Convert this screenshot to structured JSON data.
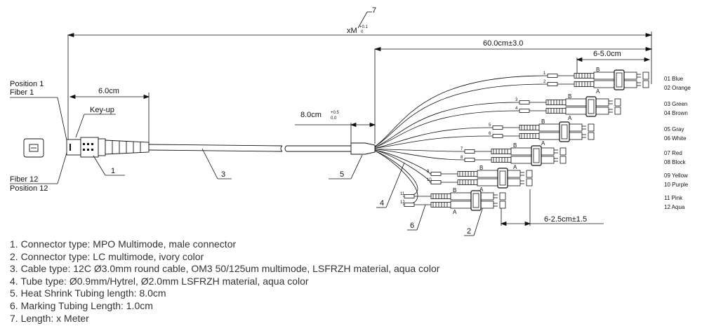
{
  "labels": {
    "item7": "7",
    "length_x": "xM",
    "length_tol": "+0.1",
    "length_tol2": "0",
    "branch_length": "60.0cm±3.0",
    "stagger1": "6-5.0cm",
    "stagger2": "6-2.5cm±1.5",
    "mpo_length": "6.0cm",
    "key_up": "Key-up",
    "position1": "Position  1",
    "fiber1": "Fiber  1",
    "fiber12": "Fiber  12",
    "position12": "Position  12",
    "heat_shrink_base": "8.0cm",
    "heat_shrink_tol_plus": "+0.5",
    "heat_shrink_tol_zero": "0.0",
    "item1": "1",
    "item2": "2",
    "item3": "3",
    "item4": "4",
    "item5": "5",
    "item6": "6",
    "conn_a": "A",
    "conn_b": "B"
  },
  "fibers": [
    {
      "num": "01",
      "color": "Blue"
    },
    {
      "num": "02",
      "color": "Orange"
    },
    {
      "num": "03",
      "color": "Green"
    },
    {
      "num": "04",
      "color": "Brown"
    },
    {
      "num": "05",
      "color": "Gray"
    },
    {
      "num": "06",
      "color": "White"
    },
    {
      "num": "07",
      "color": "Red"
    },
    {
      "num": "08",
      "color": "Block"
    },
    {
      "num": "09",
      "color": "Yellow"
    },
    {
      "num": "10",
      "color": "Purple"
    },
    {
      "num": "11",
      "color": "Pink"
    },
    {
      "num": "12",
      "color": "Aqua"
    }
  ],
  "fiber_tags": [
    "1",
    "2",
    "3",
    "4",
    "5",
    "6",
    "7",
    "8",
    "9",
    "10",
    "11",
    "12"
  ],
  "notes": [
    "1.  Connector type: MPO Multimode, male connector",
    "2.  Connector type: LC multimode, ivory color",
    "3.  Cable type: 12C Ø3.0mm round cable, OM3 50/125um multimode, LSFRZH material, aqua color",
    "4.  Tube type: Ø0.9mm/Hytrel, Ø2.0mm LSFRZH material, aqua color",
    "5.  Heat Shrink Tubing length: 8.0cm",
    "6.  Marking Tubing Length: 1.0cm",
    "7.   Length: x Meter"
  ]
}
